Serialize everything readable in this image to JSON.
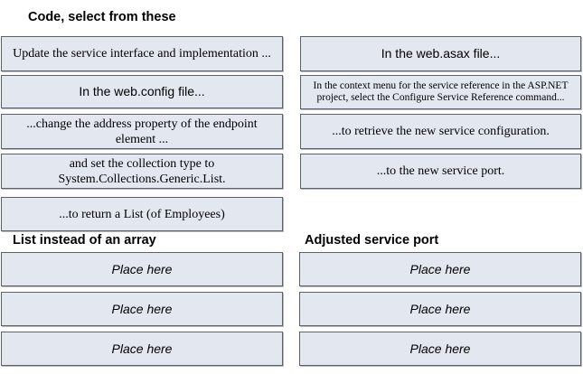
{
  "header": {
    "title": "Code, select from these"
  },
  "options": {
    "left": [
      "Update the service interface and implementation ...",
      "In the web.config file...",
      "...change the address property of the endpoint element ...",
      "and set the collection type to System.Collections.Generic.List.",
      "...to return a List (of Employees)"
    ],
    "right": [
      "In the web.asax file...",
      "In the context menu for the service reference in the ASP.NET project, select the Configure Service Reference command...",
      "...to retrieve the new service configuration.",
      "...to the new service port."
    ]
  },
  "targets": {
    "left_heading": "List instead of an array",
    "right_heading": "Adjusted service port",
    "placeholder": "Place here"
  }
}
